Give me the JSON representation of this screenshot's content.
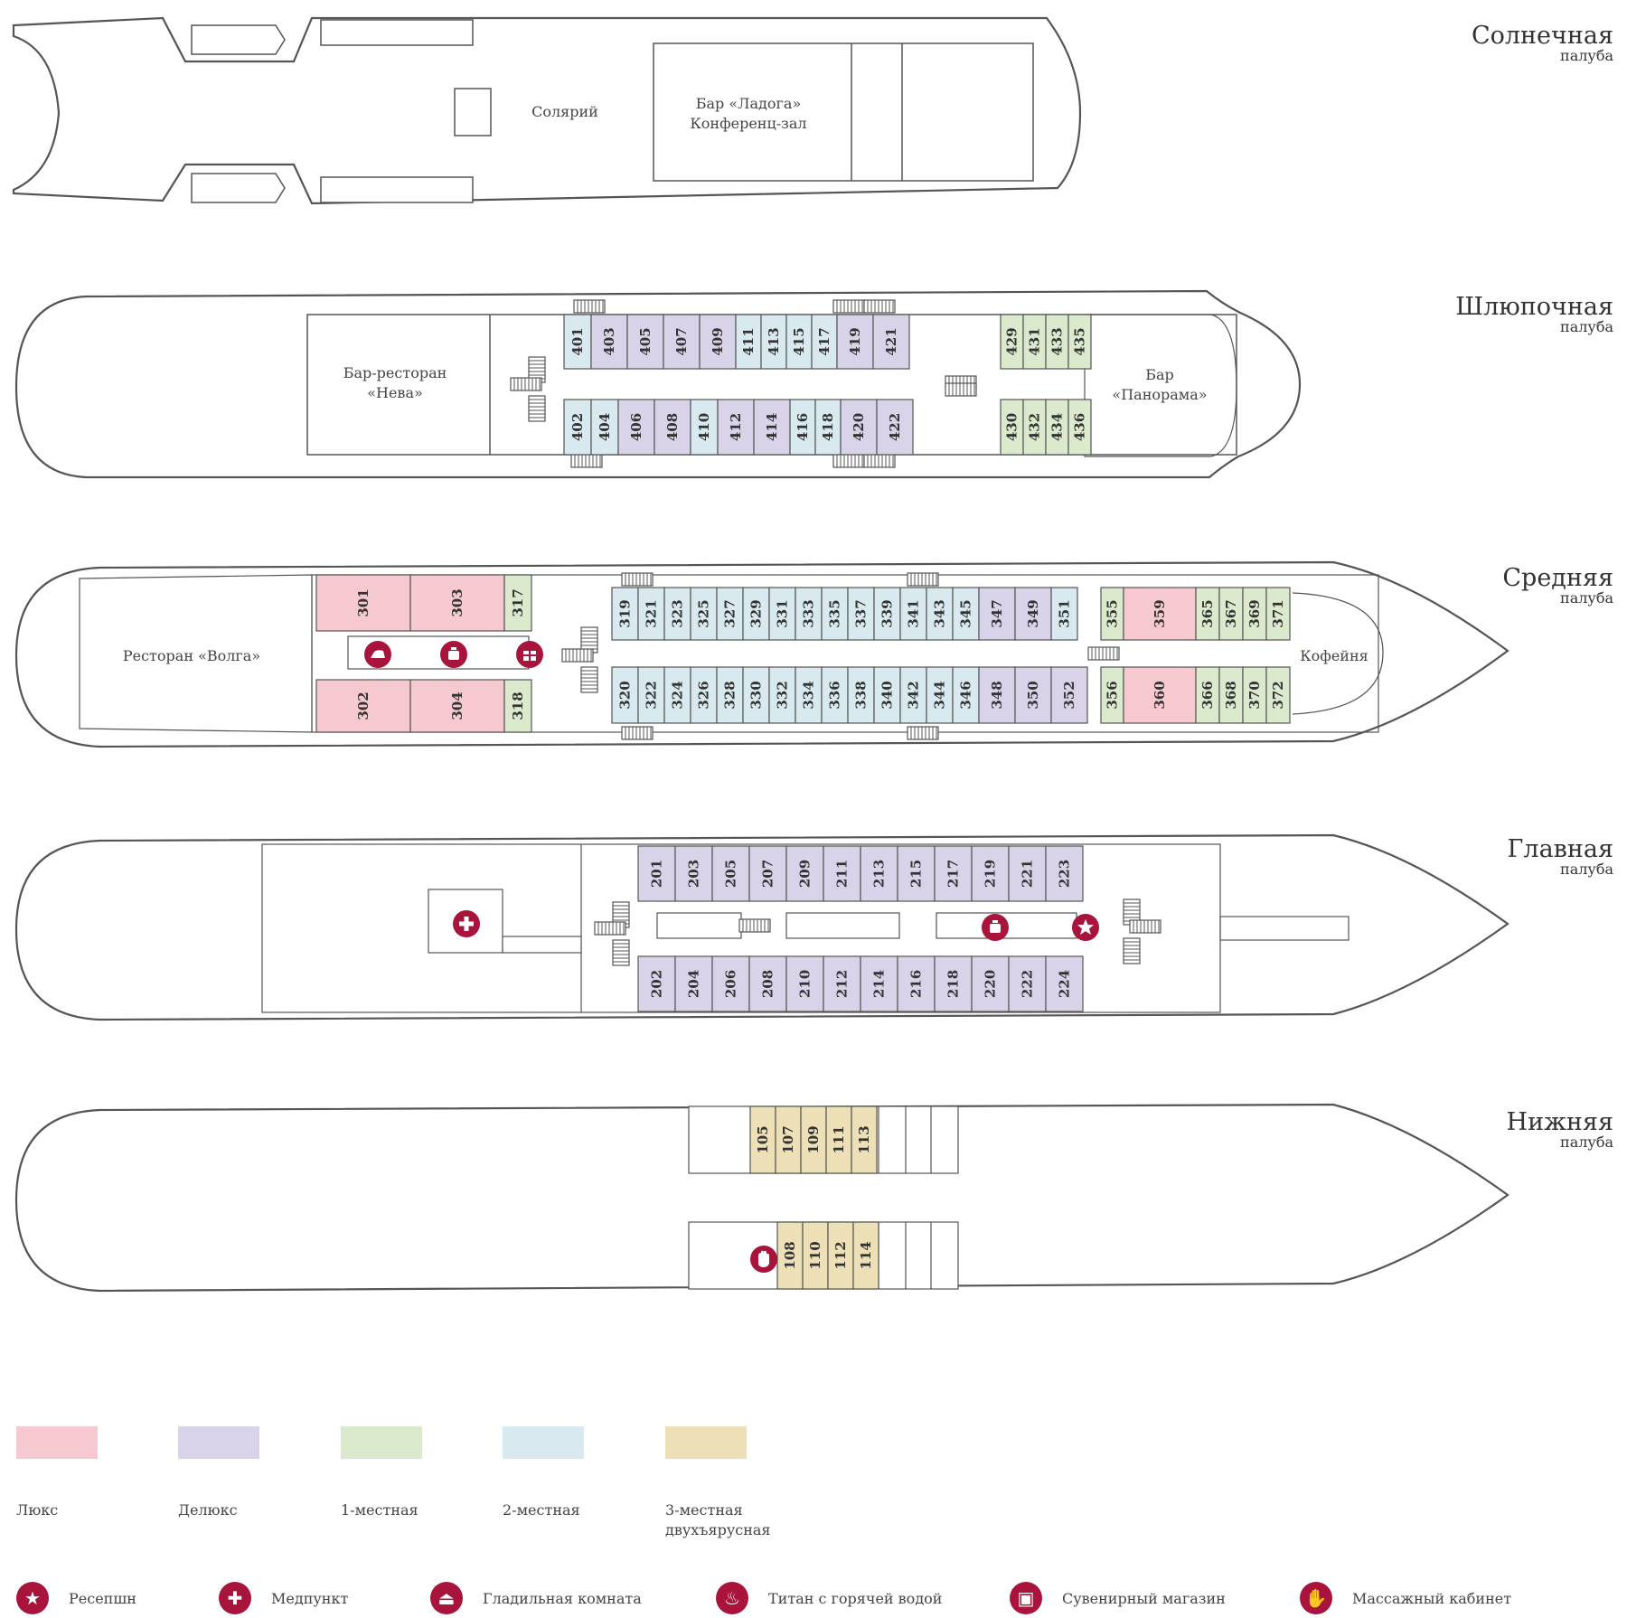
{
  "colors": {
    "lux": "#f6c9d0",
    "delux": "#d9d3ea",
    "single": "#dbe9cd",
    "double": "#d8eaef",
    "triple": "#eee0b6",
    "icon": "#a8143c",
    "stroke": "#555555"
  },
  "decks": {
    "sun": {
      "title": "Солнечная",
      "subtitle": "палуба",
      "labels": {
        "solarium": "Солярий",
        "bar_line1": "Бар «Ладога»",
        "bar_line2": "Конференц-зал"
      }
    },
    "boat": {
      "title": "Шлюпочная",
      "subtitle": "палуба",
      "labels": {
        "neva_line1": "Бар-ресторан",
        "neva_line2": "«Нева»",
        "pan_line1": "Бар",
        "pan_line2": "«Панорама»"
      },
      "cabins": [
        {
          "num": "401",
          "cls": "double"
        },
        {
          "num": "403",
          "cls": "delux"
        },
        {
          "num": "405",
          "cls": "delux"
        },
        {
          "num": "407",
          "cls": "delux"
        },
        {
          "num": "409",
          "cls": "delux"
        },
        {
          "num": "411",
          "cls": "double"
        },
        {
          "num": "413",
          "cls": "double"
        },
        {
          "num": "415",
          "cls": "double"
        },
        {
          "num": "417",
          "cls": "double"
        },
        {
          "num": "419",
          "cls": "delux"
        },
        {
          "num": "421",
          "cls": "delux"
        },
        {
          "num": "402",
          "cls": "double"
        },
        {
          "num": "404",
          "cls": "double"
        },
        {
          "num": "406",
          "cls": "delux"
        },
        {
          "num": "408",
          "cls": "delux"
        },
        {
          "num": "410",
          "cls": "double"
        },
        {
          "num": "412",
          "cls": "delux"
        },
        {
          "num": "414",
          "cls": "delux"
        },
        {
          "num": "416",
          "cls": "double"
        },
        {
          "num": "418",
          "cls": "double"
        },
        {
          "num": "420",
          "cls": "delux"
        },
        {
          "num": "422",
          "cls": "delux"
        },
        {
          "num": "429",
          "cls": "single"
        },
        {
          "num": "431",
          "cls": "single"
        },
        {
          "num": "433",
          "cls": "single"
        },
        {
          "num": "435",
          "cls": "single"
        },
        {
          "num": "430",
          "cls": "single"
        },
        {
          "num": "432",
          "cls": "single"
        },
        {
          "num": "434",
          "cls": "single"
        },
        {
          "num": "436",
          "cls": "single"
        }
      ]
    },
    "middle": {
      "title": "Средняя",
      "subtitle": "палуба",
      "labels": {
        "restaurant": "Ресторан «Волга»",
        "coffee": "Кофейня"
      },
      "cabins": [
        {
          "num": "301",
          "cls": "lux"
        },
        {
          "num": "303",
          "cls": "lux"
        },
        {
          "num": "317",
          "cls": "single"
        },
        {
          "num": "302",
          "cls": "lux"
        },
        {
          "num": "304",
          "cls": "lux"
        },
        {
          "num": "318",
          "cls": "single"
        },
        {
          "num": "319",
          "cls": "double"
        },
        {
          "num": "321",
          "cls": "double"
        },
        {
          "num": "323",
          "cls": "double"
        },
        {
          "num": "325",
          "cls": "double"
        },
        {
          "num": "327",
          "cls": "double"
        },
        {
          "num": "329",
          "cls": "double"
        },
        {
          "num": "331",
          "cls": "double"
        },
        {
          "num": "333",
          "cls": "double"
        },
        {
          "num": "335",
          "cls": "double"
        },
        {
          "num": "337",
          "cls": "double"
        },
        {
          "num": "339",
          "cls": "double"
        },
        {
          "num": "341",
          "cls": "double"
        },
        {
          "num": "343",
          "cls": "double"
        },
        {
          "num": "345",
          "cls": "double"
        },
        {
          "num": "347",
          "cls": "delux"
        },
        {
          "num": "349",
          "cls": "delux"
        },
        {
          "num": "351",
          "cls": "double"
        },
        {
          "num": "320",
          "cls": "double"
        },
        {
          "num": "322",
          "cls": "double"
        },
        {
          "num": "324",
          "cls": "double"
        },
        {
          "num": "326",
          "cls": "double"
        },
        {
          "num": "328",
          "cls": "double"
        },
        {
          "num": "330",
          "cls": "double"
        },
        {
          "num": "332",
          "cls": "double"
        },
        {
          "num": "334",
          "cls": "double"
        },
        {
          "num": "336",
          "cls": "double"
        },
        {
          "num": "338",
          "cls": "double"
        },
        {
          "num": "340",
          "cls": "double"
        },
        {
          "num": "342",
          "cls": "double"
        },
        {
          "num": "344",
          "cls": "double"
        },
        {
          "num": "346",
          "cls": "double"
        },
        {
          "num": "348",
          "cls": "delux"
        },
        {
          "num": "350",
          "cls": "delux"
        },
        {
          "num": "352",
          "cls": "delux"
        },
        {
          "num": "355",
          "cls": "single"
        },
        {
          "num": "359",
          "cls": "lux"
        },
        {
          "num": "365",
          "cls": "single"
        },
        {
          "num": "367",
          "cls": "single"
        },
        {
          "num": "369",
          "cls": "single"
        },
        {
          "num": "371",
          "cls": "single"
        },
        {
          "num": "356",
          "cls": "single"
        },
        {
          "num": "360",
          "cls": "lux"
        },
        {
          "num": "366",
          "cls": "single"
        },
        {
          "num": "368",
          "cls": "single"
        },
        {
          "num": "370",
          "cls": "single"
        },
        {
          "num": "372",
          "cls": "single"
        }
      ]
    },
    "main": {
      "title": "Главная",
      "subtitle": "палуба",
      "cabins": [
        {
          "num": "201",
          "cls": "delux"
        },
        {
          "num": "203",
          "cls": "delux"
        },
        {
          "num": "205",
          "cls": "delux"
        },
        {
          "num": "207",
          "cls": "delux"
        },
        {
          "num": "209",
          "cls": "delux"
        },
        {
          "num": "211",
          "cls": "delux"
        },
        {
          "num": "213",
          "cls": "delux"
        },
        {
          "num": "215",
          "cls": "delux"
        },
        {
          "num": "217",
          "cls": "delux"
        },
        {
          "num": "219",
          "cls": "delux"
        },
        {
          "num": "221",
          "cls": "delux"
        },
        {
          "num": "223",
          "cls": "delux"
        },
        {
          "num": "202",
          "cls": "delux"
        },
        {
          "num": "204",
          "cls": "delux"
        },
        {
          "num": "206",
          "cls": "delux"
        },
        {
          "num": "208",
          "cls": "delux"
        },
        {
          "num": "210",
          "cls": "delux"
        },
        {
          "num": "212",
          "cls": "delux"
        },
        {
          "num": "214",
          "cls": "delux"
        },
        {
          "num": "216",
          "cls": "delux"
        },
        {
          "num": "218",
          "cls": "delux"
        },
        {
          "num": "220",
          "cls": "delux"
        },
        {
          "num": "222",
          "cls": "delux"
        },
        {
          "num": "224",
          "cls": "delux"
        }
      ]
    },
    "lower": {
      "title": "Нижняя",
      "subtitle": "палуба",
      "cabins": [
        {
          "num": "105",
          "cls": "triple"
        },
        {
          "num": "107",
          "cls": "triple"
        },
        {
          "num": "109",
          "cls": "triple"
        },
        {
          "num": "111",
          "cls": "triple"
        },
        {
          "num": "113",
          "cls": "triple"
        },
        {
          "num": "108",
          "cls": "triple"
        },
        {
          "num": "110",
          "cls": "triple"
        },
        {
          "num": "112",
          "cls": "triple"
        },
        {
          "num": "114",
          "cls": "triple"
        }
      ]
    }
  },
  "legend": {
    "categories": [
      {
        "label": "Люкс",
        "color": "#f6c9d0"
      },
      {
        "label": "Делюкс",
        "color": "#d9d3ea"
      },
      {
        "label": "1-местная",
        "color": "#dbe9cd"
      },
      {
        "label": "2-местная",
        "color": "#d8eaef"
      },
      {
        "label": "3-местная двухъярусная",
        "color": "#eee0b6"
      }
    ],
    "symbols": [
      {
        "label": "Ресепшн",
        "icon": "star-icon",
        "glyph": "★"
      },
      {
        "label": "Медпункт",
        "icon": "medical-cross-icon",
        "glyph": "✚"
      },
      {
        "label": "Гладильная комната",
        "icon": "iron-icon",
        "glyph": "⏏"
      },
      {
        "label": "Титан с горячей водой",
        "icon": "hot-water-icon",
        "glyph": "♨"
      },
      {
        "label": "Сувенирный магазин",
        "icon": "gift-icon",
        "glyph": "▣"
      },
      {
        "label": "Массажный кабинет",
        "icon": "massage-hand-icon",
        "glyph": "✋"
      }
    ]
  }
}
